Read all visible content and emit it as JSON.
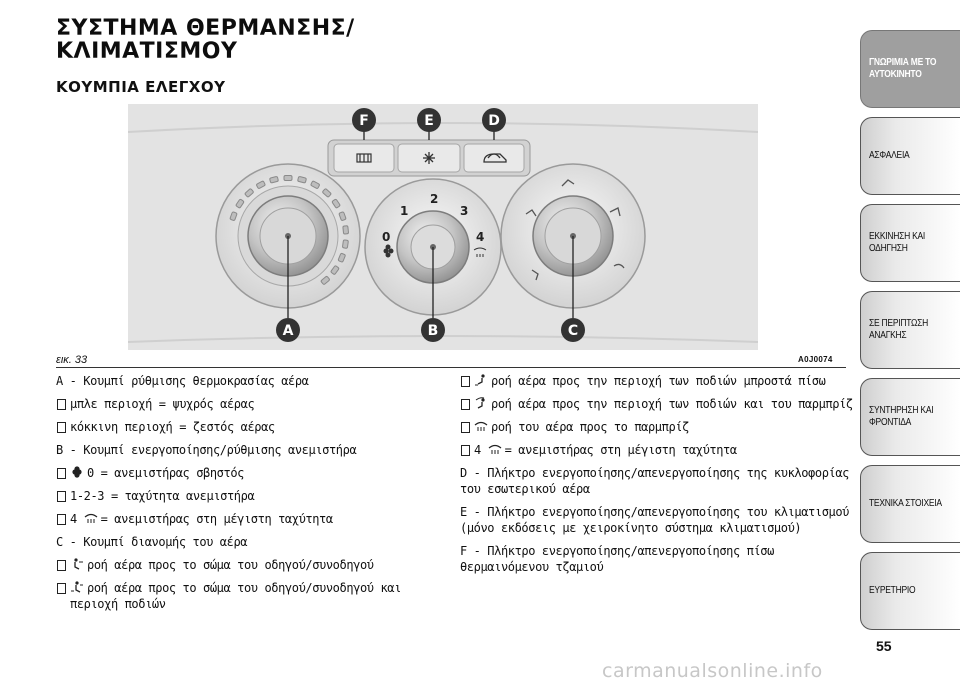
{
  "title": "ΣΥΣΤΗΜΑ ΘΕΡΜΑΝΣΗΣ/ ΚΛΙΜΑΤΙΣΜΟΥ",
  "subtitle": "ΚΟΥΜΠΙΑ ΕΛΕΓΧΟΥ",
  "figure": {
    "label": "εικ. 33",
    "code": "A0J0074",
    "callouts": [
      "F",
      "E",
      "D",
      "A",
      "B",
      "C"
    ],
    "fan_dial_numbers": [
      "0",
      "1",
      "2",
      "3",
      "4"
    ]
  },
  "left_column": {
    "a_title": "A - Κουμπί ρύθμισης θερμοκρασίας αέρα",
    "a_blue": "μπλε περιοχή = ψυχρός αέρας",
    "a_red": "κόκκινη περιοχή = ζεστός αέρας",
    "b_title": "B - Κουμπί ενεργοποίησης/ρύθμισης ανεμιστήρα",
    "b_off": "0 = ανεμιστήρας σβηστός",
    "b_speeds": "1-2-3 = ταχύτητα ανεμιστήρα",
    "b_max_prefix": "4",
    "b_max": "= ανεμιστήρας στη μέγιστη ταχύτητα",
    "c_title": "C - Κουμπί διανομής του αέρα",
    "c_body": "ροή αέρα προς το σώμα του οδηγού/συνοδηγού",
    "c_body_feet": "ροή αέρα προς το σώμα του οδηγού/συνοδηγού και περιοχή ποδιών"
  },
  "right_column": {
    "c_feet": "ροή αέρα προς την περιοχή των ποδιών μπροστά πίσω",
    "c_feet_windscreen": "ροή αέρα προς την περιοχή των ποδιών και του παρμπρίζ",
    "c_windscreen": "ροή του αέρα προς το παρμπρίζ",
    "c_max_prefix": "4",
    "c_max": "= ανεμιστήρας στη μέγιστη ταχύτητα",
    "d_title": "D - Πλήκτρο ενεργοποίησης/απενεργοποίησης της κυκλοφορίας του εσωτερικού αέρα",
    "e_title": "E - Πλήκτρο ενεργοποίησης/απενεργοποίησης του κλιματισμού (μόνο εκδόσεις με χειροκίνητο σύστημα κλιματισμού)",
    "f_title": "F - Πλήκτρο ενεργοποίησης/απενεργοποίησης πίσω θερμαινόμενου τζαμιού"
  },
  "sidebar": {
    "tabs": [
      {
        "label": "ΓΝΩΡΙΜΙΑ ΜΕ ΤΟ\nΑΥΤΟΚΙΝΗΤΟ",
        "active": true
      },
      {
        "label": "ΑΣΦΑΛΕΙΑ",
        "active": false
      },
      {
        "label": "ΕΚΚΙΝΗΣΗ ΚΑΙ\nΟΔΗΓΗΣΗ",
        "active": false
      },
      {
        "label": "ΣΕ ΠΕΡΙΠΤΩΣΗ\nΑΝΑΓΚΗΣ",
        "active": false
      },
      {
        "label": "ΣΥΝΤΗΡΗΣΗ ΚΑΙ\nΦΡΟΝΤΙΔΑ",
        "active": false
      },
      {
        "label": "ΤΕΧΝΙΚΑ ΣΤΟΙΧΕΙΑ",
        "active": false
      },
      {
        "label": "ΕΥΡΕΤΗΡΙΟ",
        "active": false
      }
    ]
  },
  "page_number": "55",
  "watermark": "carmanualsonline.info",
  "colors": {
    "panel": "#e4e4e4",
    "knob": "#b9b9b9",
    "callout": "#333333",
    "active_tab": "#9f9f9f"
  }
}
